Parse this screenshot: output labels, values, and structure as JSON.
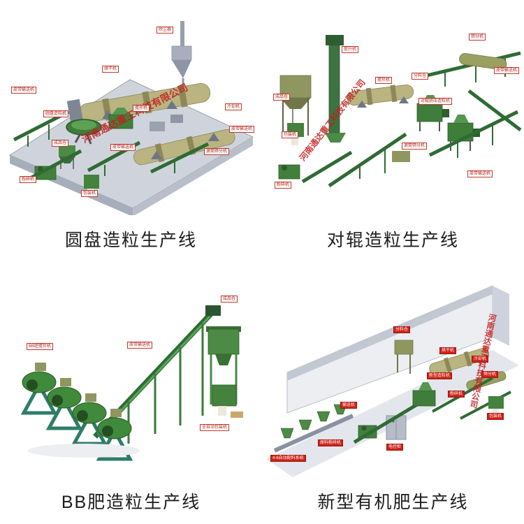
{
  "company_watermark": "河南通达重工科技有限公司",
  "colors": {
    "label_red": "#c0392b",
    "tag_red_bg": "#cf2318",
    "machine_green": "#3f7d3b",
    "drum_olive": "#b9b480",
    "platform_gray": "#cfd4dc",
    "watermark_red": "#c41e1e"
  },
  "panels": [
    {
      "caption": "圆盘造粒生产线",
      "watermark": "河南通达重工科技有限公司",
      "labels": [
        {
          "text": "皮带输送机"
        },
        {
          "text": "除尘器"
        },
        {
          "text": "烘干机"
        },
        {
          "text": "圆盘造粒机"
        },
        {
          "text": "搅拌机"
        },
        {
          "text": "皮带输送机"
        },
        {
          "text": "成品仓"
        },
        {
          "text": "粉碎机"
        },
        {
          "text": "包装机"
        },
        {
          "text": "冷却机"
        },
        {
          "text": "滚筒筛分机"
        },
        {
          "text": "皮带输送机"
        }
      ]
    },
    {
      "caption": "对辊造粒生产线",
      "watermark": "河南通达重工科技有限公司",
      "labels": [
        {
          "text": "提升机"
        },
        {
          "text": "分料仓"
        },
        {
          "text": "筛分机"
        },
        {
          "text": "皮带输送机"
        },
        {
          "text": "对辊挤压造粒机"
        },
        {
          "text": "搅拌机"
        },
        {
          "text": "滚筒筛分机"
        },
        {
          "text": "成品仓"
        },
        {
          "text": "包装机"
        },
        {
          "text": "粉碎机"
        },
        {
          "text": "皮带输送机"
        }
      ]
    },
    {
      "caption": "BB肥造粒生产线",
      "labels": [
        {
          "text": "BB肥搅拌机"
        },
        {
          "text": "皮带输送机"
        },
        {
          "text": "成品仓"
        },
        {
          "text": "全自动包装机"
        }
      ]
    },
    {
      "caption": "新型有机肥生产线",
      "watermark": "河南通达重工科技有限公司",
      "labels": [
        {
          "text": "分料仓"
        },
        {
          "text": "输送机"
        },
        {
          "text": "新型造粒机"
        },
        {
          "text": "烘干机"
        },
        {
          "text": "冷却机"
        },
        {
          "text": "筛分机"
        },
        {
          "text": "粉碎机"
        },
        {
          "text": "包装机"
        },
        {
          "text": "电控柜"
        },
        {
          "text": "原料粉碎机"
        },
        {
          "text": "4-6自动配料系统"
        }
      ]
    }
  ]
}
